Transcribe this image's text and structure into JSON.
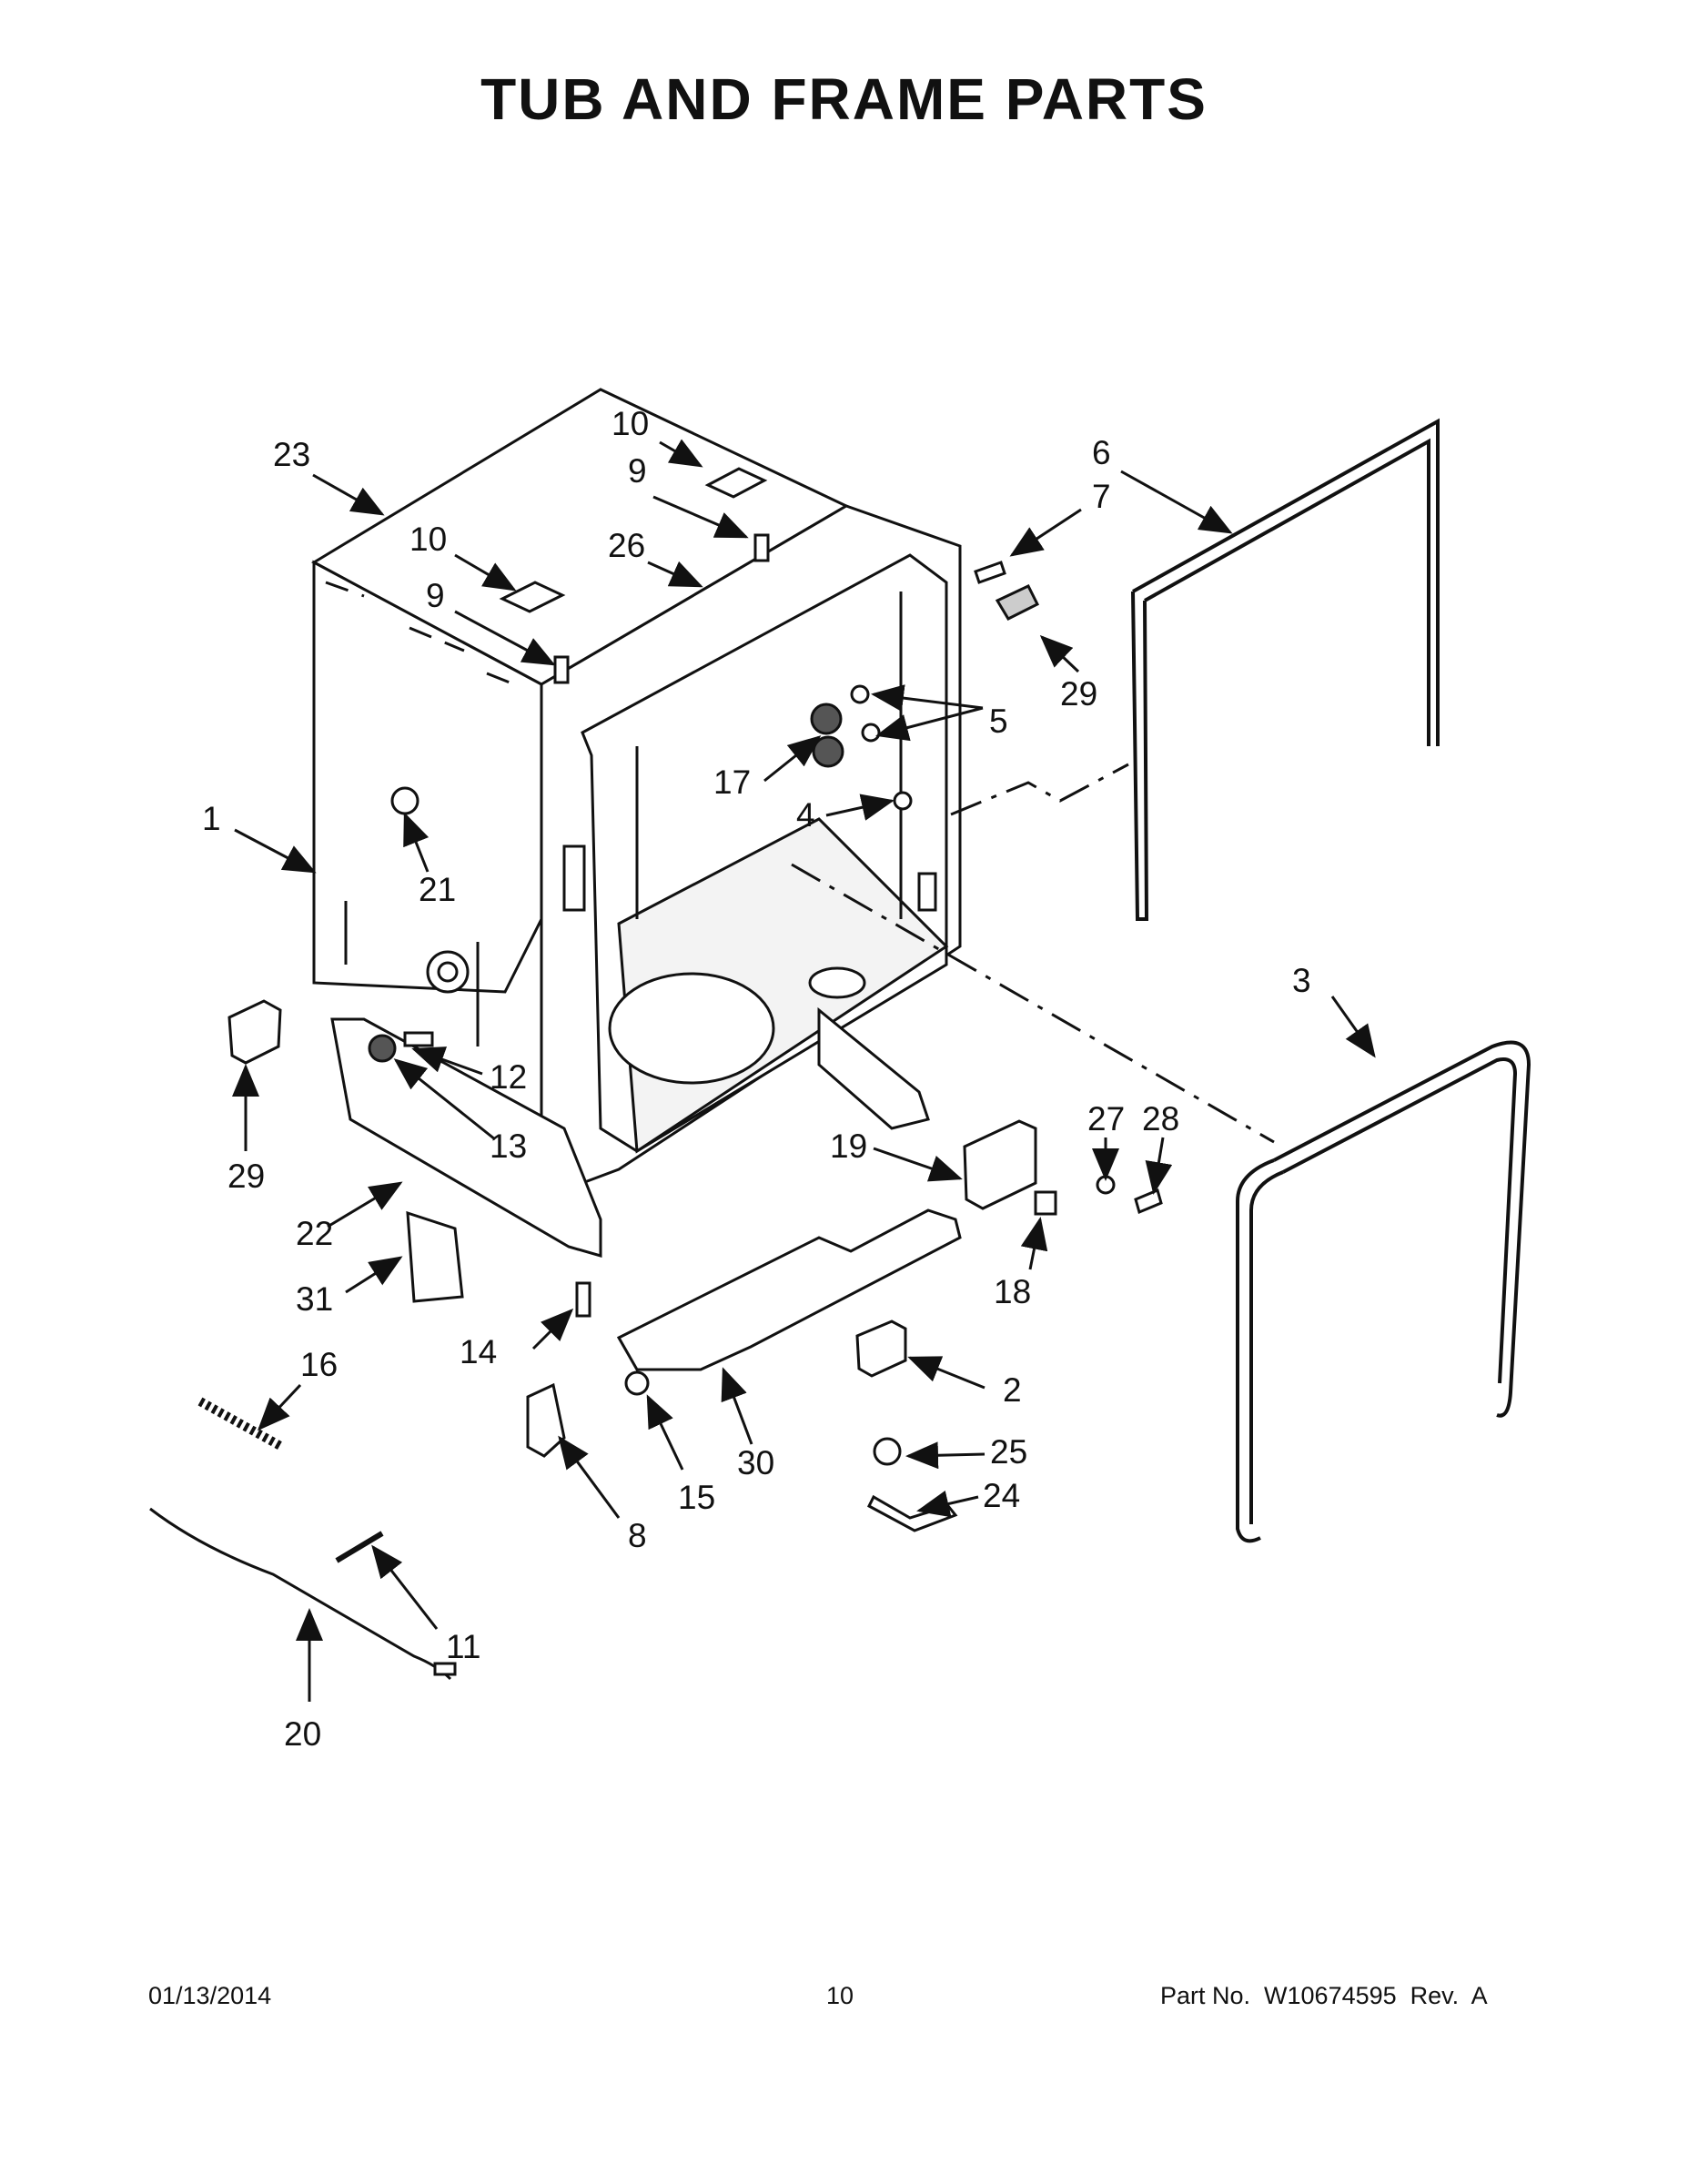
{
  "page": {
    "title": "TUB AND FRAME PARTS",
    "footer": {
      "date": "01/13/2014",
      "page_number": "10",
      "part_number": "Part No.  W10674595  Rev.  A"
    }
  },
  "callouts": {
    "c1": "1",
    "c2": "2",
    "c3": "3",
    "c4": "4",
    "c5": "5",
    "c6": "6",
    "c7": "7",
    "c8": "8",
    "c9a": "9",
    "c9b": "9",
    "c10a": "10",
    "c10b": "10",
    "c11": "11",
    "c12": "12",
    "c13": "13",
    "c14": "14",
    "c15": "15",
    "c16": "16",
    "c17": "17",
    "c18": "18",
    "c19": "19",
    "c20": "20",
    "c21": "21",
    "c22": "22",
    "c23": "23",
    "c24": "24",
    "c25": "25",
    "c26": "26",
    "c27": "27",
    "c28": "28",
    "c29a": "29",
    "c29b": "29",
    "c30": "30",
    "c31": "31"
  },
  "colors": {
    "line": "#111111",
    "part_fill": "#ffffff",
    "shade": "#d9d9d9"
  }
}
